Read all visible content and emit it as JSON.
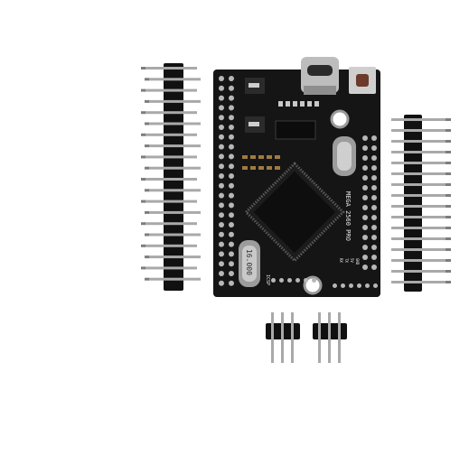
{
  "product_photo": {
    "board": {
      "model_label": "MEGA 2560 PRO",
      "crystal_label": "16.000",
      "small_labels": [
        "ICSP",
        "RX",
        "TX",
        "5V",
        "GND"
      ]
    },
    "colors": {
      "background": "#ffffff",
      "pcb": "#151515",
      "pin_metal": "#a9a9a9",
      "header_plastic": "#111111"
    },
    "parts": {
      "left_header": "pin header strip",
      "right_header": "pin header strip",
      "small_headers": [
        "3-pin header",
        "3-pin header"
      ]
    }
  }
}
